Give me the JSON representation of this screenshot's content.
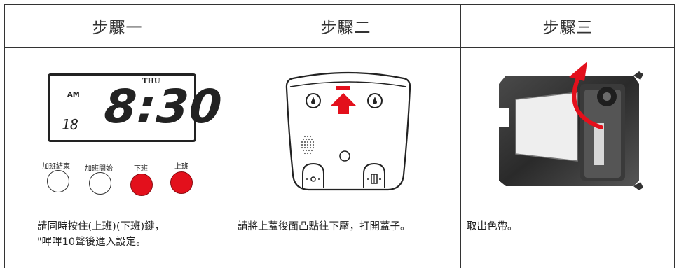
{
  "headers": [
    "步驟一",
    "步驟二",
    "步驟三"
  ],
  "step1": {
    "lcd": {
      "weekday": "THU",
      "ampm": "AM",
      "day": "18",
      "time": "8:30"
    },
    "buttons": [
      {
        "label": "加班結束",
        "color": "#ffffff"
      },
      {
        "label": "加班開始",
        "color": "#ffffff"
      },
      {
        "label": "下班",
        "color": "#e3101c"
      },
      {
        "label": "上班",
        "color": "#e3101c"
      }
    ],
    "caption_line1": "請同時按住(上班)(下班)鍵，",
    "caption_line2": "\"嗶嗶10聲後進入設定。"
  },
  "step2": {
    "caption": "請將上蓋後面凸點往下壓，打開蓋子。"
  },
  "step3": {
    "caption": "取出色帶。"
  },
  "colors": {
    "accent_red": "#e3101c",
    "border": "#333333"
  }
}
